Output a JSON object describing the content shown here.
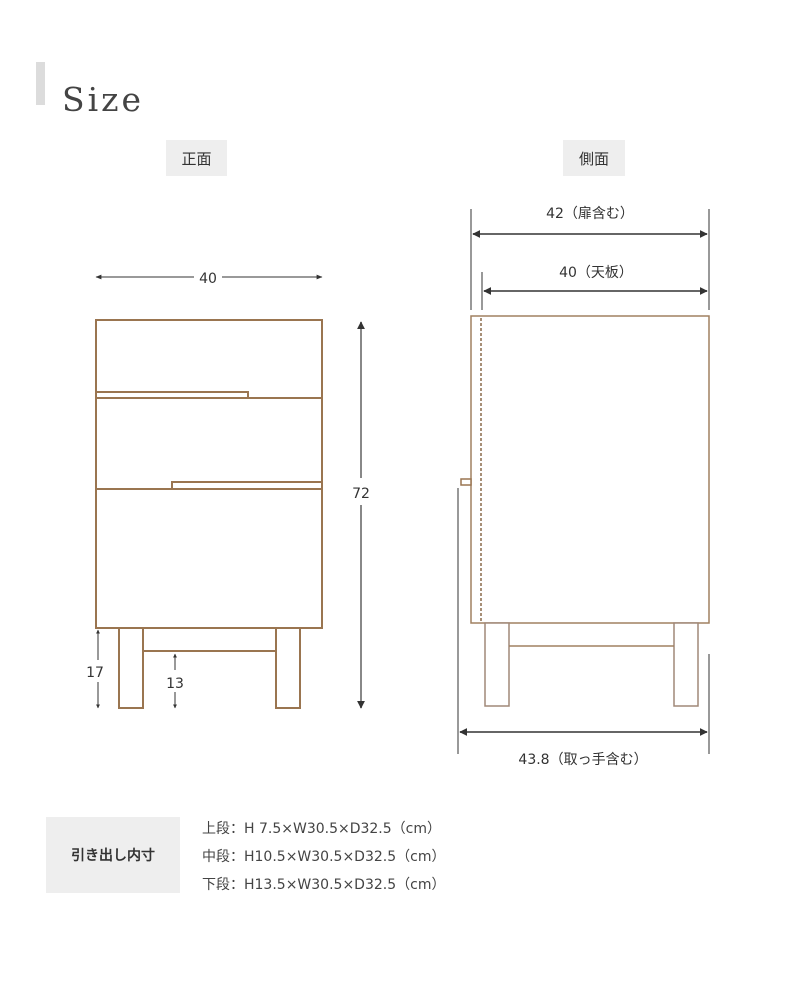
{
  "header": {
    "title": "Size"
  },
  "views": {
    "front": {
      "label": "正面"
    },
    "side": {
      "label": "側面"
    }
  },
  "dimensions": {
    "front_width": "40",
    "front_height": "72",
    "leg_height": "17",
    "stretcher_clearance": "13",
    "side_depth_with_door": "42（扉含む）",
    "side_depth_top": "40（天板）",
    "side_depth_with_handle": "43.8（取っ手含む）"
  },
  "drawer_specs": {
    "label": "引き出し内寸",
    "rows": [
      "上段：H 7.5×W30.5×D32.5（cm）",
      "中段：H10.5×W30.5×D32.5（cm）",
      "下段：H13.5×W30.5×D32.5（cm）"
    ]
  },
  "colors": {
    "wood_line": "#9a7550",
    "dim_line": "#555555",
    "label_bg": "#eeeeee",
    "title_bar": "#dcdcdc"
  }
}
